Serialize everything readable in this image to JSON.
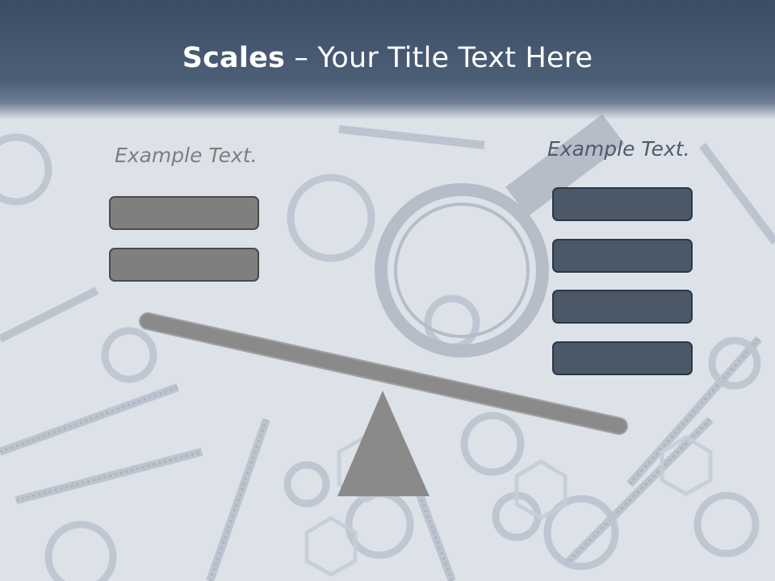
{
  "title": {
    "bold": "Scales",
    "rest": " – Your Title Text Here"
  },
  "left": {
    "example_text": "Example Text.",
    "boxes": 2
  },
  "right": {
    "example_text": "Example Text.",
    "boxes": 4
  },
  "colors": {
    "title_band": "#44566d",
    "left_box": "#7f7f7f",
    "right_box": "#4b5868",
    "beam": "#8a8a8a",
    "fulcrum": "#8a8a8a"
  },
  "background_icon": "nuts-bolts-wrench-photo"
}
